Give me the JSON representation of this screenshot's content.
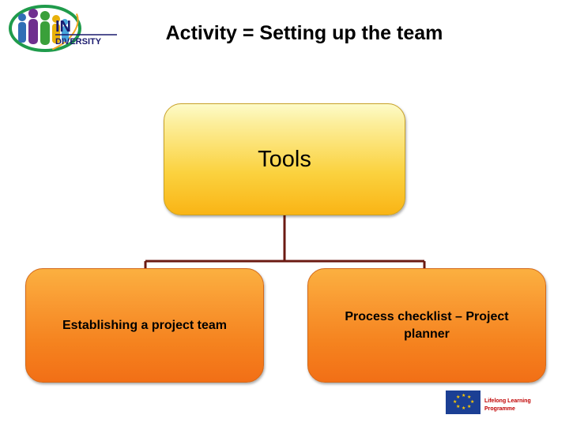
{
  "title": "Activity = Setting up the team",
  "logo": {
    "name": "in-diversity-logo",
    "line1": "IN",
    "line2": "DIVERSITY"
  },
  "diagram": {
    "type": "hierarchy",
    "root": {
      "label": "Tools",
      "color": "#fbd23f"
    },
    "children": [
      {
        "label": "Establishing a project team",
        "color": "#f5831f"
      },
      {
        "label": "Process checklist – Project planner",
        "color": "#f5831f"
      }
    ],
    "connector_color": "#6b1a12"
  },
  "footer": {
    "eu_logo_name": "eu-lifelong-learning-logo",
    "line1": "Lifelong Learning Programme"
  }
}
